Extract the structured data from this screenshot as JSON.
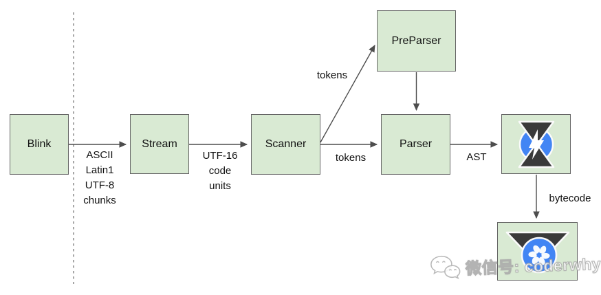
{
  "nodes": {
    "blink": {
      "label": "Blink"
    },
    "stream": {
      "label": "Stream"
    },
    "scanner": {
      "label": "Scanner"
    },
    "preparser": {
      "label": "PreParser"
    },
    "parser": {
      "label": "Parser"
    },
    "interpreter": {
      "icon": "hourglass-lightning-icon"
    },
    "bytecode_output": {
      "icon": "funnel-pinwheel-icon"
    }
  },
  "edge_labels": {
    "blink_to_stream": "ASCII\nLatin1\nUTF-8\nchunks",
    "stream_to_scanner": "UTF-16\ncode\nunits",
    "scanner_to_preparser": "tokens",
    "scanner_to_parser": "tokens",
    "parser_to_interpreter": "AST",
    "interpreter_to_bytecode": "bytecode"
  },
  "watermark": {
    "text": "微信号: coderwhy",
    "icon": "wechat-icon"
  },
  "colors": {
    "node_fill": "#d9ead3",
    "node_border": "#656565",
    "arrow": "#4d4d4d",
    "dashed_divider": "#a6a6a6",
    "icon_blue": "#4285f4",
    "icon_dark": "#3a3a3a",
    "text": "#0d0d0d"
  }
}
